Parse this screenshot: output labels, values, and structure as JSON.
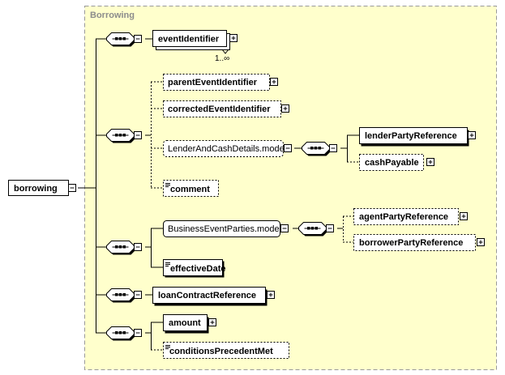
{
  "group": {
    "title": "Borrowing"
  },
  "root": {
    "label": "borrowing"
  },
  "eventIdentifier": {
    "label": "eventIdentifier",
    "cardinality": "1..∞"
  },
  "parentEventIdentifier": {
    "label": "parentEventIdentifier"
  },
  "correctedEventIdentifier": {
    "label": "correctedEventIdentifier"
  },
  "lenderAndCashDetails": {
    "label": "LenderAndCashDetails.model"
  },
  "lenderPartyReference": {
    "label": "lenderPartyReference"
  },
  "cashPayable": {
    "label": "cashPayable"
  },
  "comment": {
    "label": "comment"
  },
  "businessEventParties": {
    "label": "BusinessEventParties.model"
  },
  "agentPartyReference": {
    "label": "agentPartyReference"
  },
  "borrowerPartyReference": {
    "label": "borrowerPartyReference"
  },
  "effectiveDate": {
    "label": "effectiveDate"
  },
  "loanContractReference": {
    "label": "loanContractReference"
  },
  "amount": {
    "label": "amount"
  },
  "conditionsPrecedentMet": {
    "label": "conditionsPrecedentMet"
  },
  "colors": {
    "group_fill": "#ffffcc",
    "group_border": "#999999",
    "box_fill": "#ffffff",
    "line": "#000000"
  }
}
